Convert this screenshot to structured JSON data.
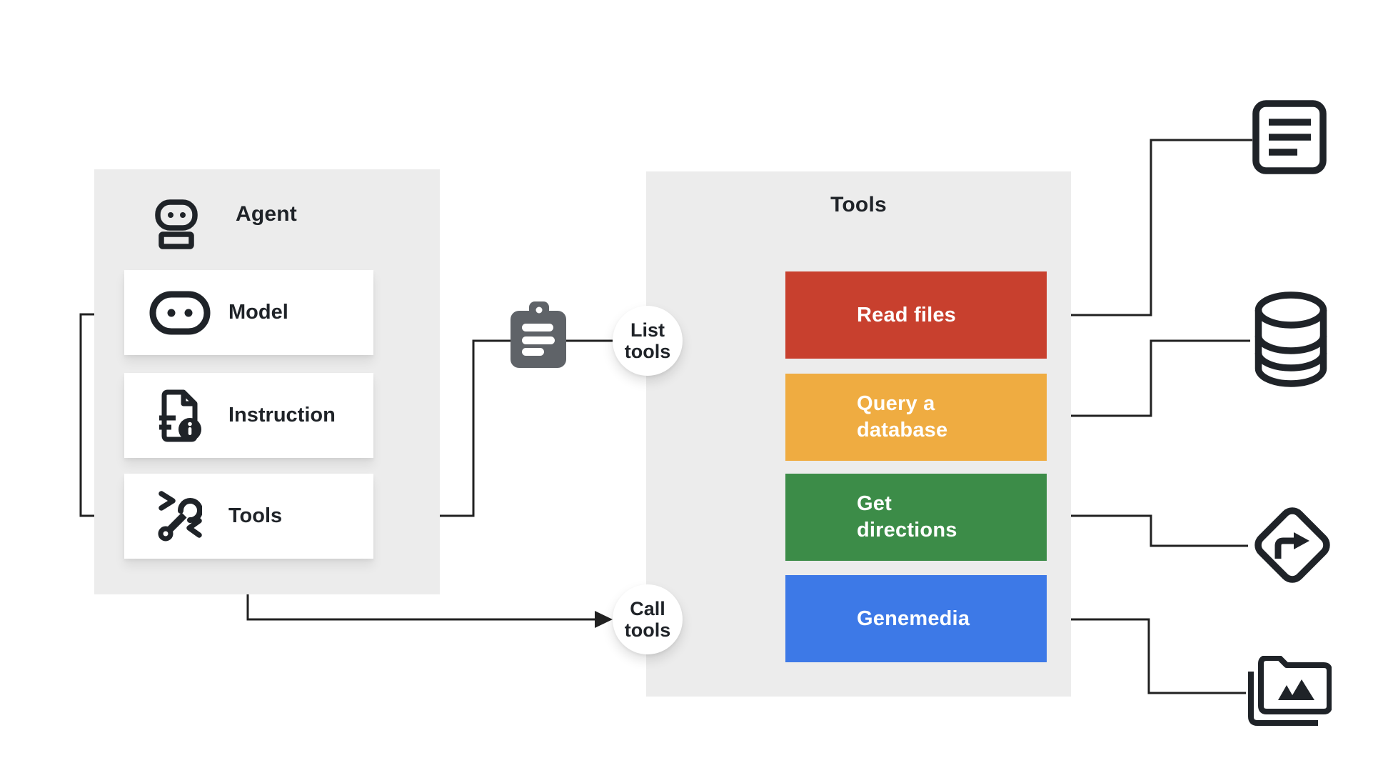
{
  "agent_panel": {
    "title": "Agent",
    "header_icon": "robot-icon",
    "cards": [
      {
        "label": "Model",
        "icon": "robot-head-icon"
      },
      {
        "label": "Instruction",
        "icon": "instruction-document-icon"
      },
      {
        "label": "Tools",
        "icon": "wrench-code-icon"
      }
    ]
  },
  "flow_nodes": {
    "list_tools_label": "List\ntools",
    "call_tools_label": "Call\ntools",
    "clipboard_icon": "clipboard-icon"
  },
  "tools_panel": {
    "title": "Tools",
    "boxes": [
      {
        "label": "Read files",
        "color": "#C8402E"
      },
      {
        "label": "Query a\ndatabase",
        "color": "#EFAC41"
      },
      {
        "label": "Get\ndirections",
        "color": "#3C8C48"
      },
      {
        "label": "Genemedia",
        "color": "#3D79E7"
      }
    ]
  },
  "external_icons": [
    {
      "name": "article-document-icon"
    },
    {
      "name": "database-icon"
    },
    {
      "name": "turn-right-directions-icon"
    },
    {
      "name": "media-folder-icon"
    }
  ],
  "colors": {
    "background": "#FFFFFF",
    "panel_bg": "#ECECEC",
    "card_bg": "#FFFFFF",
    "ink": "#1F2328",
    "line": "#212121",
    "clipboard_gray": "#5F6368",
    "box_text": "#FFFFFF"
  }
}
